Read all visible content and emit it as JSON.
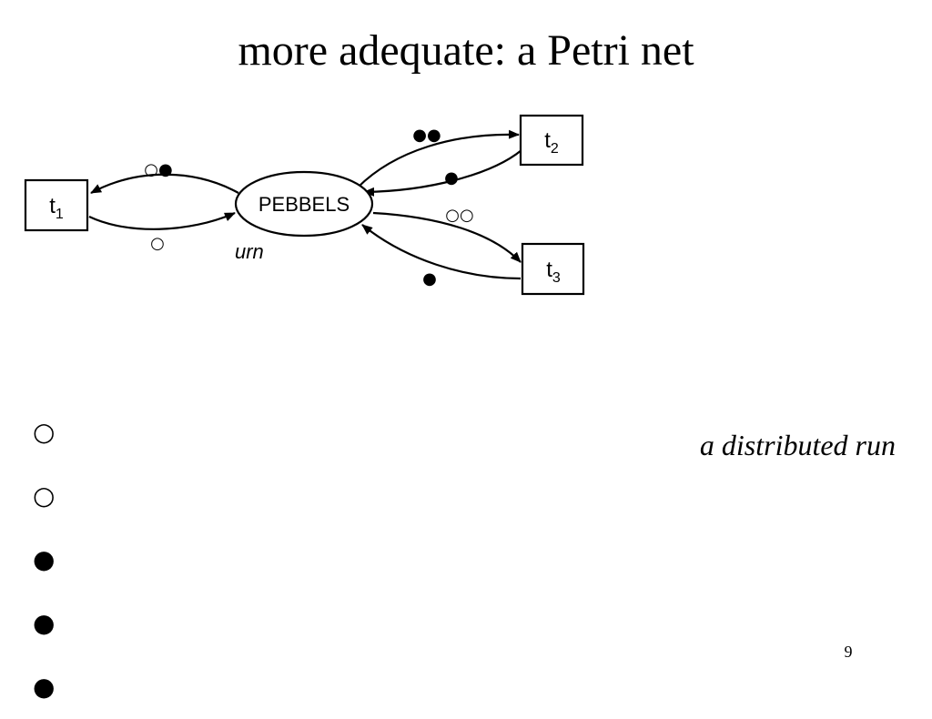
{
  "slide": {
    "title": "more adequate: a Petri net",
    "caption": "a distributed run",
    "page_number": "9"
  },
  "net": {
    "place": {
      "label": "PEBBELS",
      "name": "urn"
    },
    "transitions": {
      "t1": {
        "letter": "t",
        "index": "1"
      },
      "t2": {
        "letter": "t",
        "index": "2"
      },
      "t3": {
        "letter": "t",
        "index": "3"
      }
    },
    "arc_inscriptions": {
      "urn_to_t1": "○●",
      "t1_to_urn": "○",
      "urn_to_t2": "●●",
      "t2_to_urn": "●",
      "urn_to_t3": "○○",
      "t3_to_urn": "●"
    }
  },
  "pebble_list": [
    "○",
    "○",
    "●",
    "●",
    "●"
  ]
}
